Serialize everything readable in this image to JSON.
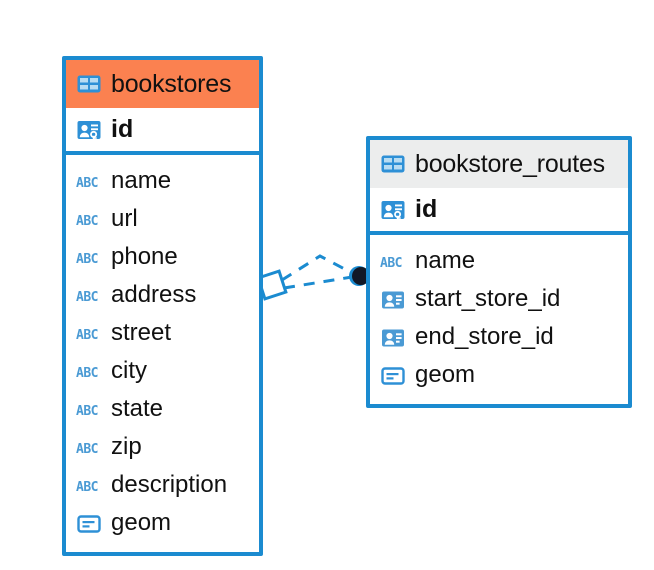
{
  "diagram": {
    "type": "entity-relationship-diagram",
    "background": "#ffffff",
    "accent_blue": "#1b8bd0",
    "accent_orange": "#fb8150",
    "header_grey": "#eceded",
    "icon_blue": "#4a9ad4",
    "text_color": "#111111"
  },
  "tables": [
    {
      "name": "bookstores",
      "header_icon": "table-icon",
      "header_style": "orange",
      "primary_key": {
        "label": "id",
        "icon": "primary-key-icon"
      },
      "fields": [
        {
          "label": "name",
          "icon": "text-type-icon"
        },
        {
          "label": "url",
          "icon": "text-type-icon"
        },
        {
          "label": "phone",
          "icon": "text-type-icon"
        },
        {
          "label": "address",
          "icon": "text-type-icon"
        },
        {
          "label": "street",
          "icon": "text-type-icon"
        },
        {
          "label": "city",
          "icon": "text-type-icon"
        },
        {
          "label": "state",
          "icon": "text-type-icon"
        },
        {
          "label": "zip",
          "icon": "text-type-icon"
        },
        {
          "label": "description",
          "icon": "text-type-icon"
        },
        {
          "label": "geom",
          "icon": "geometry-type-icon"
        }
      ]
    },
    {
      "name": "bookstore_routes",
      "header_icon": "table-icon",
      "header_style": "grey",
      "primary_key": {
        "label": "id",
        "icon": "primary-key-icon"
      },
      "fields": [
        {
          "label": "name",
          "icon": "text-type-icon"
        },
        {
          "label": "start_store_id",
          "icon": "foreign-key-icon"
        },
        {
          "label": "end_store_id",
          "icon": "foreign-key-icon"
        },
        {
          "label": "geom",
          "icon": "geometry-type-icon"
        }
      ]
    }
  ],
  "relationship": {
    "source_table": "bookstores",
    "target_table": "bookstore_routes",
    "source_endpoint": "diamond-endpoint",
    "target_endpoint": "circle-endpoint",
    "line_style": "dashed",
    "line_color": "#1b8bd0",
    "branches": 2
  },
  "icon_glyphs": {
    "text_type_label": "ABC"
  }
}
